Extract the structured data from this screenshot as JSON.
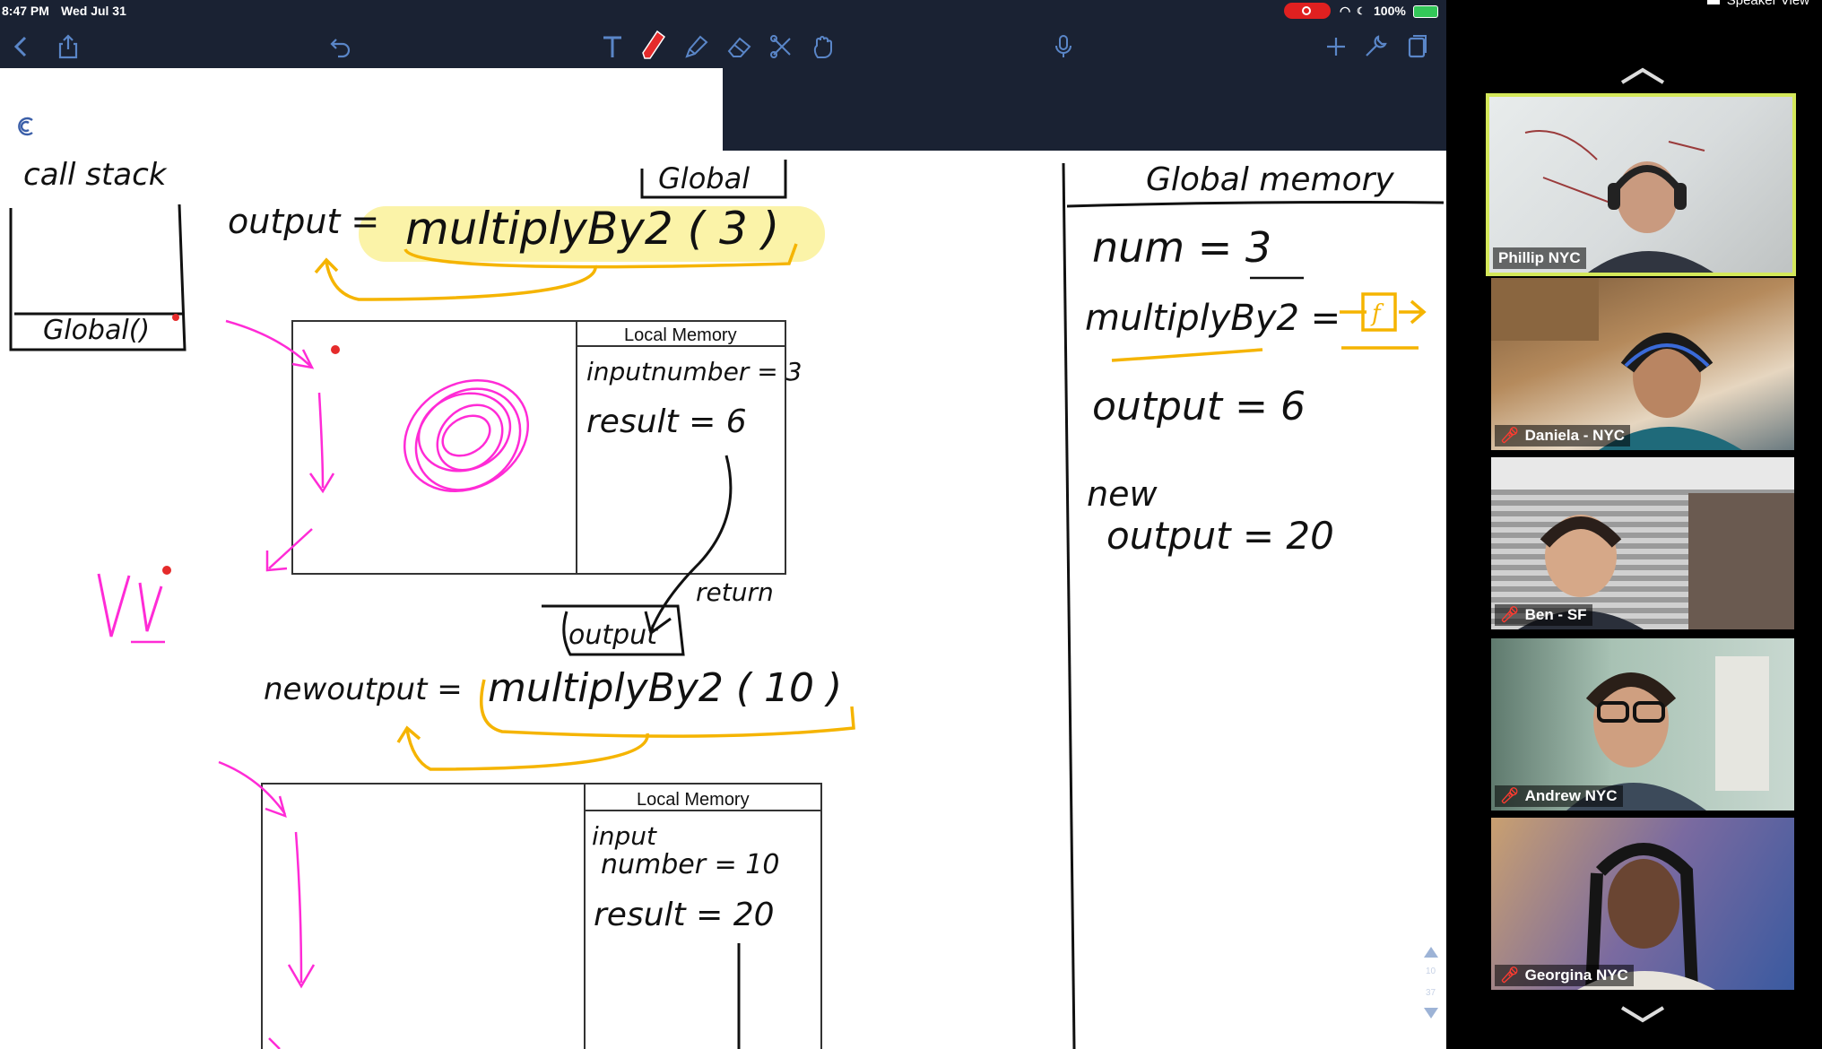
{
  "status": {
    "time": "8:47 PM",
    "date": "Wed Jul 31",
    "battery": "100%"
  },
  "zoom": {
    "view_label": "Speaker View",
    "participants": [
      {
        "name": "Phillip NYC",
        "muted": false,
        "active": true
      },
      {
        "name": "Daniela - NYC",
        "muted": true,
        "active": false
      },
      {
        "name": "Ben - SF",
        "muted": true,
        "active": false
      },
      {
        "name": "Andrew NYC",
        "muted": true,
        "active": false
      },
      {
        "name": "Georgina NYC",
        "muted": true,
        "active": false
      }
    ]
  },
  "notes": {
    "call_stack_title": "call stack",
    "call_stack_frame": "Global()",
    "global_label": "Global",
    "global_memory_title": "Global memory",
    "line1_left": "output =",
    "line1_call": "multiplyBy2 ( 3 )",
    "local_memory_title": "Local Memory",
    "lm1_row1": "inputnumber = 3",
    "lm1_row2": "result = 6",
    "return_label": "return",
    "output_box": "output",
    "line2_left": "newoutput =",
    "line2_call": "multiplyBy2 ( 10 )",
    "lm2_row1a": "input",
    "lm2_row1b": "number = 10",
    "lm2_row2": "result = 20",
    "gm_row1": "num = 3",
    "gm_row2_left": "multiplyBy2 =",
    "gm_row2_fn": "f",
    "gm_row3": "output = 6",
    "gm_row4a": "new",
    "gm_row4b": "output = 20",
    "page_indicator": [
      "10",
      "37"
    ]
  },
  "colors": {
    "accent_yellow": "#f5b400",
    "highlight": "#fbf3a8",
    "pink": "#ff2bd6",
    "active_tile": "#d4e85a"
  }
}
